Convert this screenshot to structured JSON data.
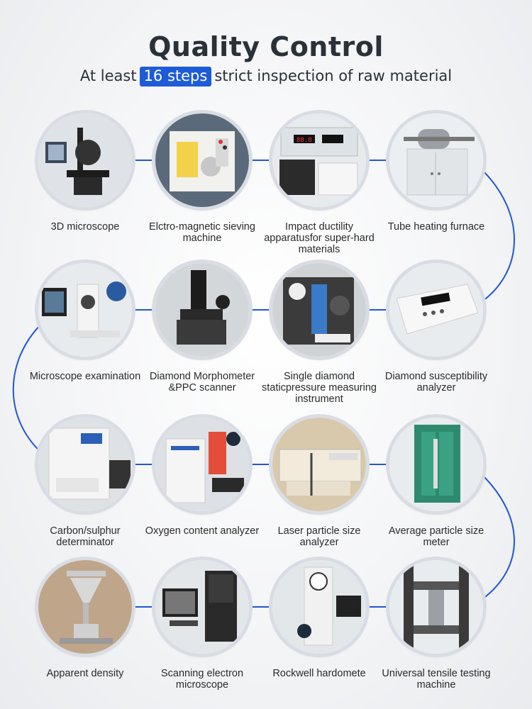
{
  "header": {
    "title": "Quality Control",
    "subtitle_prefix": "At least",
    "subtitle_highlight": "16 steps",
    "subtitle_suffix": "strict inspection of raw material"
  },
  "colors": {
    "accent": "#1d5bd8",
    "connector": "#2256d6",
    "title": "#2a3138"
  },
  "items": [
    {
      "label": "3D microscope",
      "icon": "microscope-icon"
    },
    {
      "label": "Elctro-magnetic sieving machine",
      "icon": "sieve-icon"
    },
    {
      "label": "Impact ductility apparatusfor super-hard materials",
      "icon": "impact-tester-icon"
    },
    {
      "label": "Tube heating furnace",
      "icon": "furnace-icon"
    },
    {
      "label": "Microscope examination",
      "icon": "microscope-icon"
    },
    {
      "label": "Diamond Morphometer &PPC scanner",
      "icon": "scanner-icon"
    },
    {
      "label": "Single diamond staticpressure measuring instrument",
      "icon": "pressure-instrument-icon"
    },
    {
      "label": "Diamond susceptibility analyzer",
      "icon": "analyzer-icon"
    },
    {
      "label": "Carbon/sulphur determinator",
      "icon": "determinator-icon"
    },
    {
      "label": "Oxygen content analyzer",
      "icon": "oxygen-analyzer-icon"
    },
    {
      "label": "Laser particle size analyzer",
      "icon": "laser-analyzer-icon"
    },
    {
      "label": "Average particle size meter",
      "icon": "cabinet-icon"
    },
    {
      "label": "Apparent density",
      "icon": "density-funnel-icon"
    },
    {
      "label": "Scanning electron microscope",
      "icon": "sem-icon"
    },
    {
      "label": "Rockwell hardomete",
      "icon": "hardness-tester-icon"
    },
    {
      "label": "Universal tensile testing machine",
      "icon": "tensile-machine-icon"
    }
  ]
}
